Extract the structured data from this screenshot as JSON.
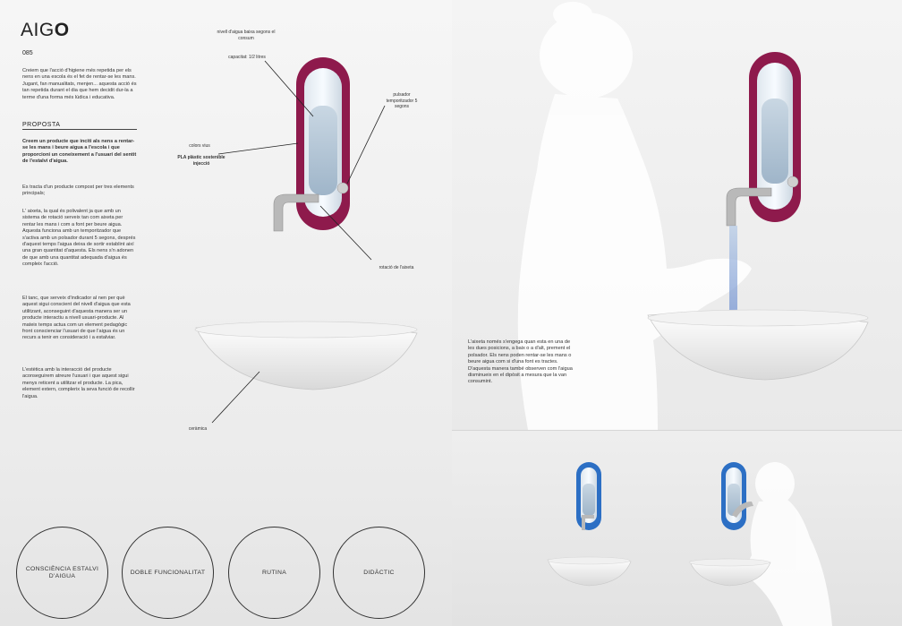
{
  "header": {
    "title_prefix": "AIG",
    "title_bold": "O",
    "code": "085"
  },
  "left_text": {
    "intro": "Creiem que l'acció d'higiene més repetida per els nens en una escola és el fet de rentar-se les mans. Jugant, fan manualitats, menjen... aquesta acció és tan repetida durant el dia que hem decidit dur-la a terme d'una forma més lúdica i educativa.",
    "section_heading": "PROPOSTA",
    "proposal": "Creem un producte que inciti als nens a rentar-se les mans i beure aigua a l'escola i que proporcioni un coneixement a l'usuari del sentit de l'estalvi d'aigua.",
    "para1": "Es tracta d'un producte compost per tres elements principals;",
    "para2": "L' aixeta, la qual és polivalent ja que amb un sistema de rotació serveix tan com aixeta per rentar les mans i com a font per beure aigua. Aquesta funciona amb un temporitzador que s'activa amb un polsador durant 5 segons, després d'aquest temps l'aigua deixa de sortir establint així una gran quantitat d'aquesta. Els nens s'n adonen de que amb una quantitat adequada d'aigua és compleix l'acció.",
    "para3": "El tanc, que serveix d'indicador al nen per què aquest sigui conscient del nivell d'aigua que esta utilitzant, aconseguint d'aquesta manera ser un producte interactiu a nivell usuari-producte. Al mateix temps actua com un element pedagògic front conscienciar l'usuari de que l'aigua és un recurs a tenir en consideració i a estalviar.",
    "para4": "L'estètica amb la interacció del producte aconseguirem atreure l'usuari i que aquest sigui menys reticent a utilitzar el producte. La pica, element extern, complerix la seva funció de recollir l'aigua."
  },
  "annotations": {
    "level": "nivell d'aigua baixa segons el consum",
    "capacity": "capacitat: 1/2 litres",
    "pusher": "pulsador temporitzador 5 segons",
    "colors": "colors vius",
    "material": "PLA plàstic sostenible injecció",
    "tap_rotation": "rotació de l'aixeta",
    "ceramic": "ceràmica"
  },
  "right_text": {
    "caption": "L'aixeta només s'engega quan esta en una de les dues posicions, a baix o a d'alt, prement el polsador. Els nens poden rentar-se les mans o beure aigua com si d'una font es tractes. D'aquesta manera també observen com l'aigua disminueix en el dipòsit a mesura que la van consumint."
  },
  "circles": [
    "CONSCIÈNCIA ESTALVI D'AIGUA",
    "DOBLE FUNCIONALITAT",
    "RUTINA",
    "DIDÀCTIC"
  ],
  "colors": {
    "dispenser_magenta": "#8e1a4c",
    "dispenser_blue": "#2c6fc4",
    "ceramic": "#f7f7f7",
    "silhouette": "#ffffff"
  }
}
